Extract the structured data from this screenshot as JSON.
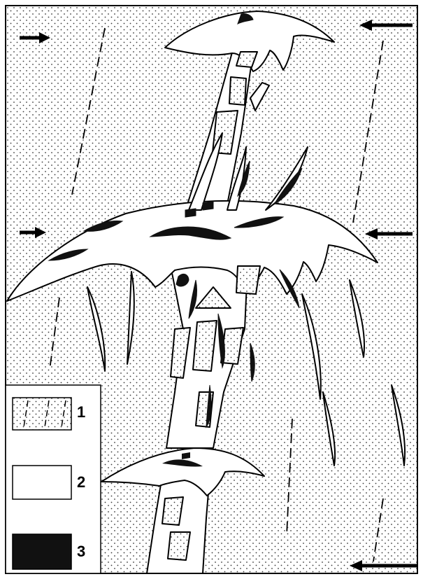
{
  "legend": {
    "items": [
      {
        "label": "1",
        "swatch": "dotted-dashed"
      },
      {
        "label": "2",
        "swatch": "white"
      },
      {
        "label": "3",
        "swatch": "black"
      }
    ]
  },
  "colors": {
    "ink": "#000000",
    "paper": "#ffffff",
    "dot": "#3a3a3a"
  },
  "icons": {
    "arrow": "arrow-icon"
  }
}
